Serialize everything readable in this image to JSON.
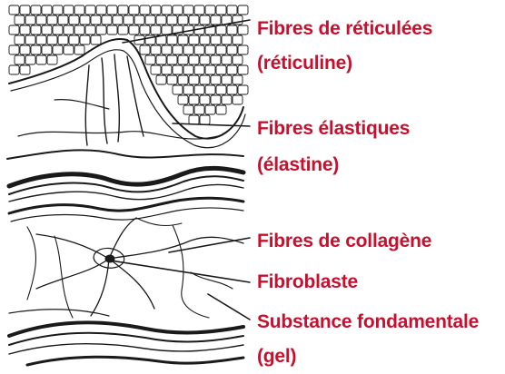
{
  "colors": {
    "label": "#c8102e",
    "ink": "#1a1a1a"
  },
  "labels": {
    "reticular_line1": "Fibres de réticulées",
    "reticular_line2": "(réticuline)",
    "elastic_line1": "Fibres élastiques",
    "elastic_line2": "(élastine)",
    "collagen": "Fibres de collagène",
    "fibroblast": "Fibroblaste",
    "ground_substance_line1": "Substance fondamentale",
    "ground_substance_line2": "(gel)"
  }
}
